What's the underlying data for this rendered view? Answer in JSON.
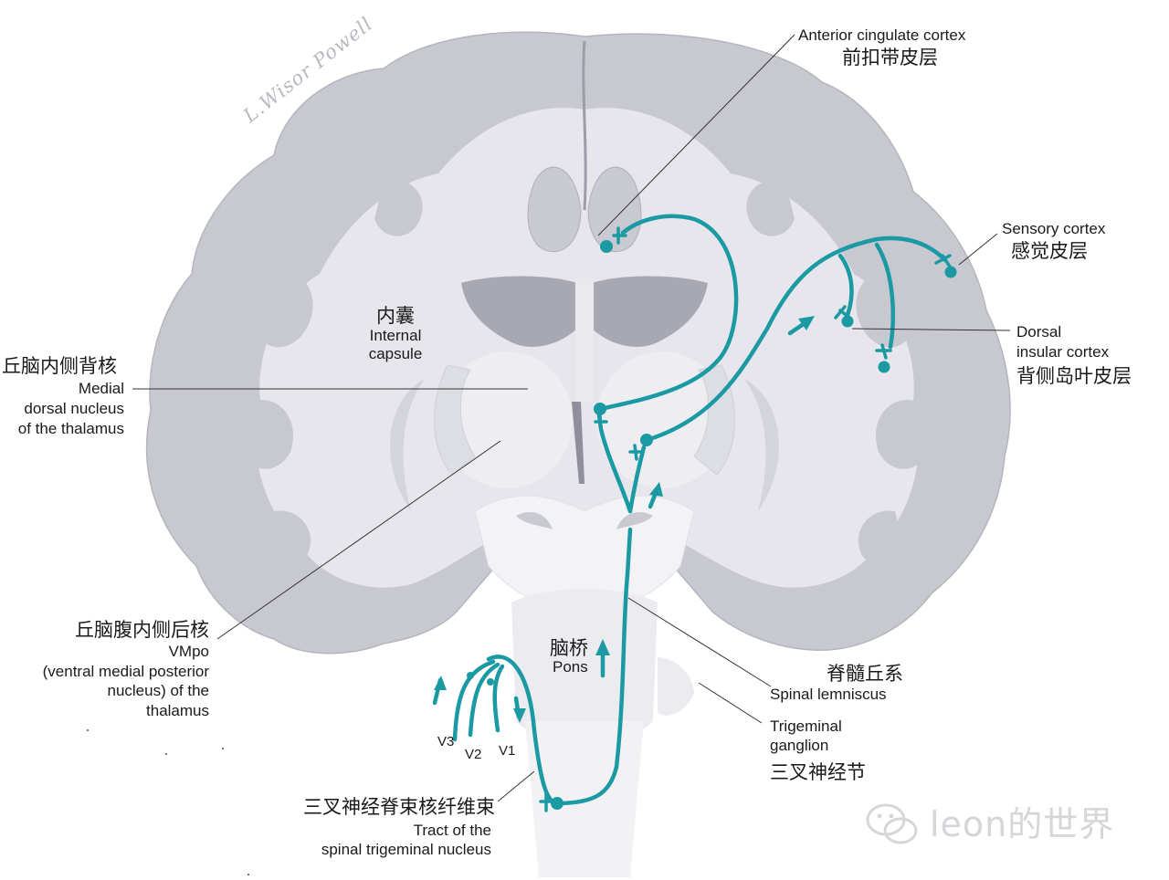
{
  "labels": {
    "acc_en": "Anterior cingulate cortex",
    "acc_zh": "前扣带皮层",
    "sensory_en": "Sensory cortex",
    "sensory_zh": "感觉皮层",
    "dorsal_insular_l1": "Dorsal",
    "dorsal_insular_l2": "insular cortex",
    "dorsal_insular_zh": "背侧岛叶皮层",
    "internal_capsule_zh": "内囊",
    "internal_capsule_l1": "Internal",
    "internal_capsule_l2": "capsule",
    "md_zh": "丘脑内侧背核",
    "md_l1": "Medial",
    "md_l2": "dorsal nucleus",
    "md_l3": "of the thalamus",
    "vmpo_zh": "丘脑腹内侧后核",
    "vmpo_l1": "VMpo",
    "vmpo_l2": "(ventral medial posterior",
    "vmpo_l3": "nucleus) of the",
    "vmpo_l4": "thalamus",
    "pons_zh": "脑桥",
    "pons_en": "Pons",
    "spinal_lemniscus_zh": "脊髓丘系",
    "spinal_lemniscus_en": "Spinal lemniscus",
    "trigeminal_l1": "Trigeminal",
    "trigeminal_l2": "ganglion",
    "trigeminal_zh": "三叉神经节",
    "tract_zh": "三叉神经脊束核纤维束",
    "tract_l1": "Tract of the",
    "tract_l2": "spinal trigeminal nucleus",
    "v3": "V3",
    "v2": "V2",
    "v1": "V1"
  },
  "signature": "L.Wisor Powell",
  "watermark": "leon的世界",
  "colors": {
    "pathway": "#1b9aa3",
    "cortex_gray": "#c8c8d1",
    "white_matter": "#e9e9ee",
    "deep_gray": "#a9a9b4",
    "brainstem": "#f1f1f4"
  }
}
